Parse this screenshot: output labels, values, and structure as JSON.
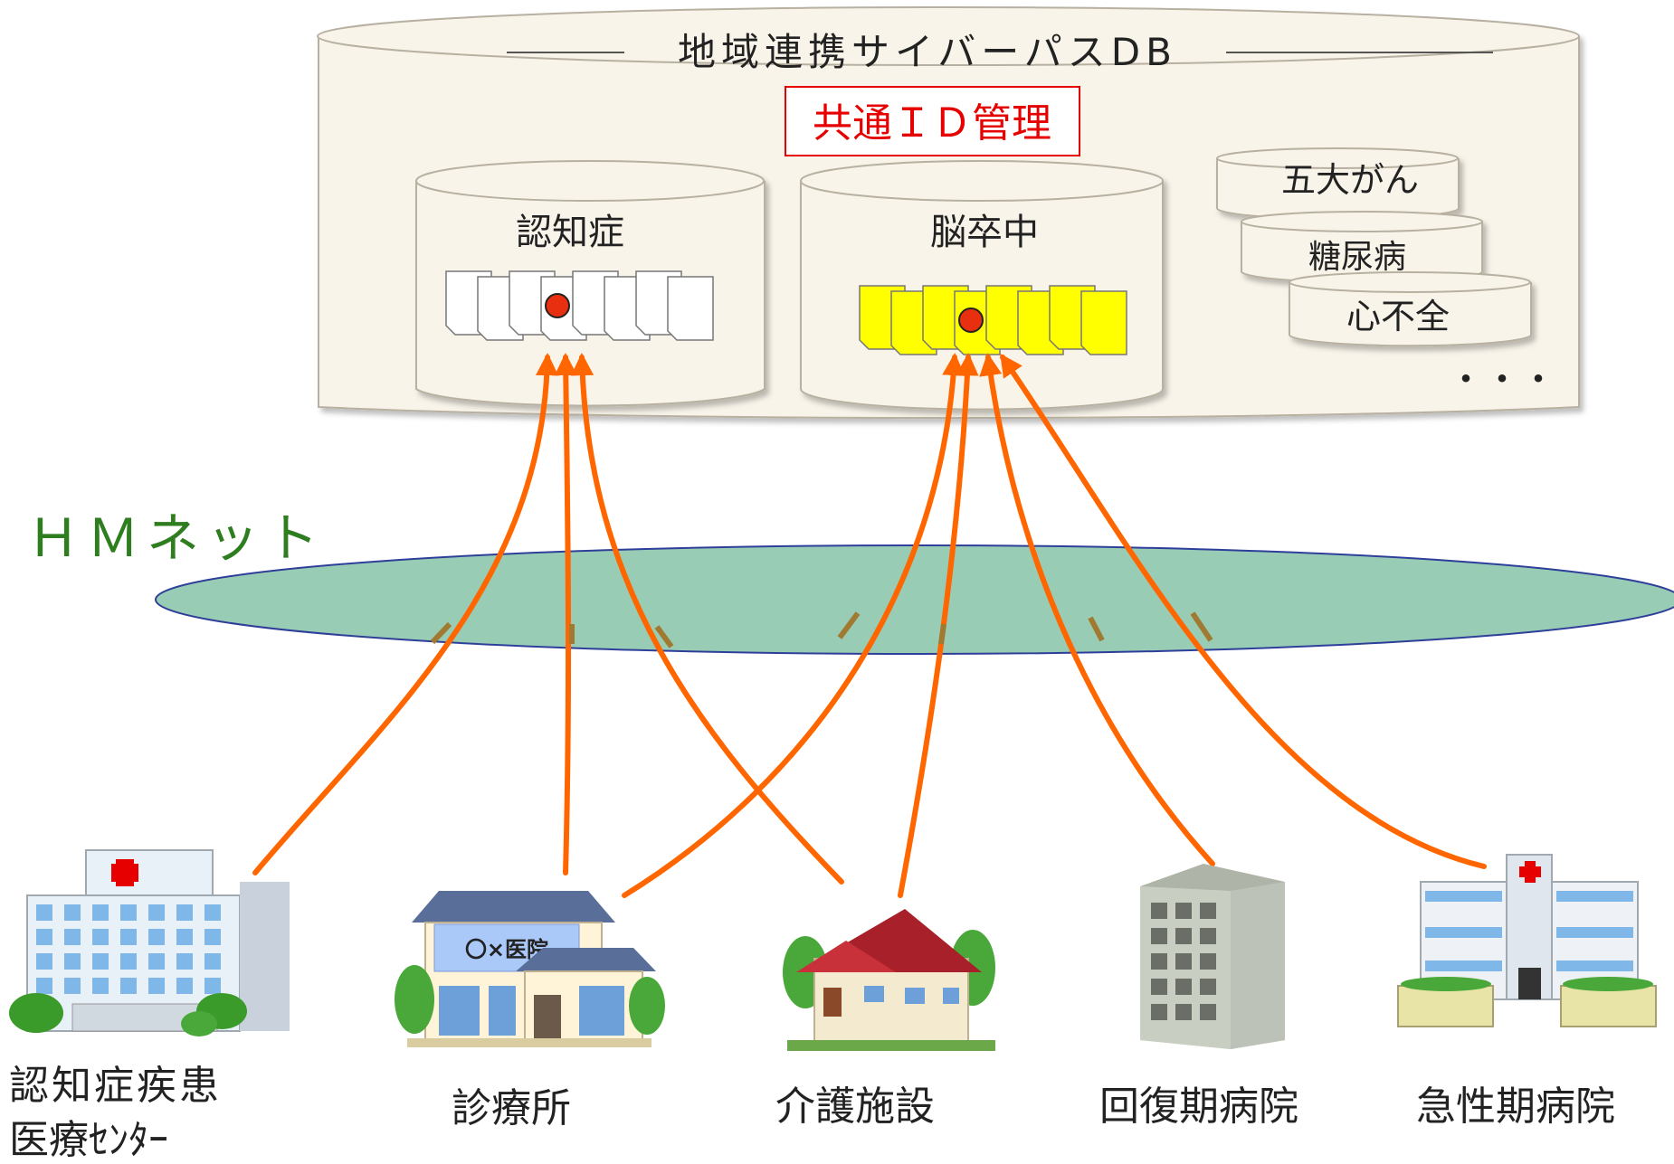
{
  "database": {
    "title": "地域連携サイバーパスDB",
    "id_box": "共通ＩＤ管理",
    "cylinders": [
      {
        "label": "認知症",
        "doc_color": "#ffffff"
      },
      {
        "label": "脳卒中",
        "doc_color": "#ffff00"
      }
    ],
    "small_cylinders": [
      "五大がん",
      "糖尿病",
      "心不全"
    ],
    "more": "・・・"
  },
  "network": {
    "label": "ＨＭネット",
    "color": "#2e7d1e"
  },
  "facilities": [
    {
      "label_lines": [
        "認知症疾患",
        "医療ｾﾝﾀｰ"
      ],
      "icon": "large-hospital-icon"
    },
    {
      "label_lines": [
        "診療所"
      ],
      "icon": "clinic-house-icon",
      "sign": "〇×医院"
    },
    {
      "label_lines": [
        "介護施設"
      ],
      "icon": "care-house-icon"
    },
    {
      "label_lines": [
        "回復期病院"
      ],
      "icon": "office-building-icon"
    },
    {
      "label_lines": [
        "急性期病院"
      ],
      "icon": "acute-hospital-icon"
    }
  ],
  "colors": {
    "arrow": "#ff6600",
    "accent_red": "#e60000",
    "cylinder_fill": "#f8f4ea"
  }
}
